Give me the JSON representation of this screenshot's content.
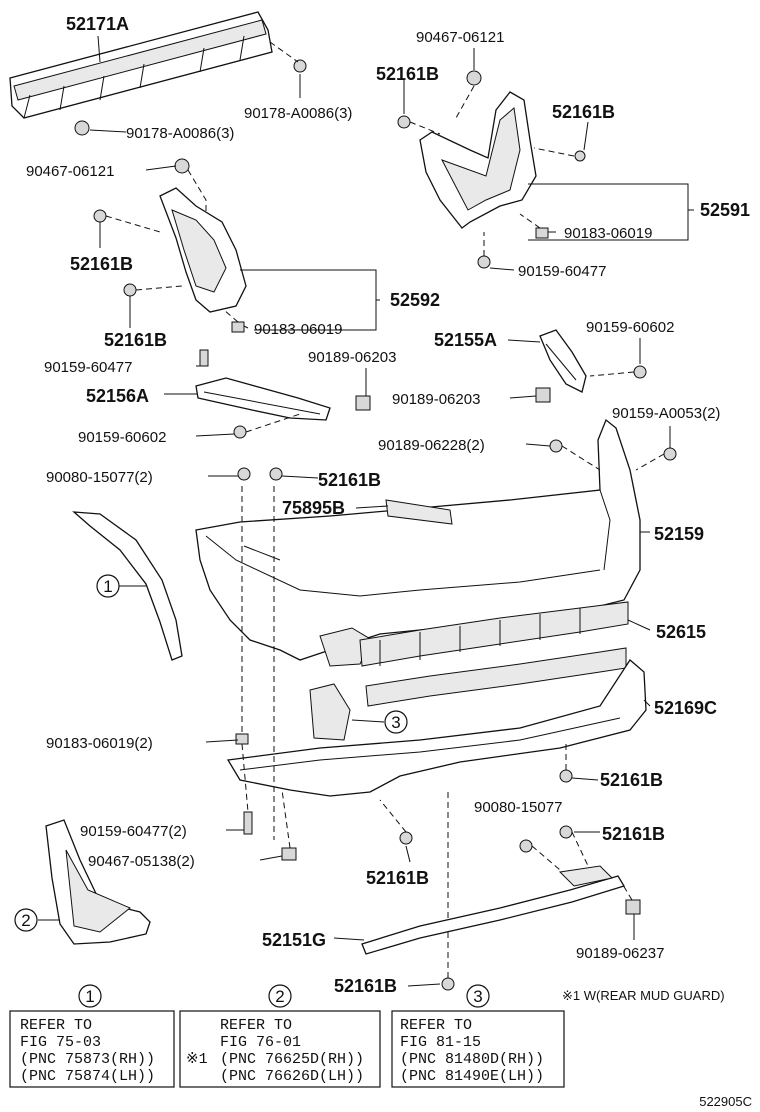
{
  "labels": {
    "p52171A": "52171A",
    "p90467_06121_top": "90467-06121",
    "p52161B_top": "52161B",
    "p52161B_r1": "52161B",
    "p90178_top": "90178-A0086(3)",
    "p90178_left": "90178-A0086(3)",
    "p90467_06121_left": "90467-06121",
    "p52591": "52591",
    "p90183_06019_r": "90183-06019",
    "p52161B_l1": "52161B",
    "p90159_60477_r": "90159-60477",
    "p52592": "52592",
    "p52161B_l2": "52161B",
    "p90183_06019_l": "90183-06019",
    "p52155A": "52155A",
    "p90159_60602_r": "90159-60602",
    "p90159_60477_l": "90159-60477",
    "p90189_06203_c": "90189-06203",
    "p90189_06203_r": "90189-06203",
    "p52156A": "52156A",
    "p90159_A0053": "90159-A0053(2)",
    "p90159_60602_l": "90159-60602",
    "p90189_06228": "90189-06228(2)",
    "p90080_15077_2": "90080-15077(2)",
    "p52161B_mid": "52161B",
    "p75895B": "75895B",
    "p52159": "52159",
    "p52615": "52615",
    "p52169C": "52169C",
    "p90183_06019_2": "90183-06019(2)",
    "p52161B_low_r": "52161B",
    "p90080_15077": "90080-15077",
    "p90159_60477_2": "90159-60477(2)",
    "p52161B_low_r2": "52161B",
    "p90467_05138": "90467-05138(2)",
    "p52161B_low_c": "52161B",
    "p52151G": "52151G",
    "p90189_06237": "90189-06237",
    "p52161B_bottom": "52161B"
  },
  "callouts": {
    "c1": "1",
    "c2": "2",
    "c3": "3"
  },
  "references": [
    {
      "num": "1",
      "note": "",
      "lines": [
        "REFER TO",
        "FIG 75-03",
        "(PNC 75873(RH))",
        "(PNC 75874(LH))"
      ]
    },
    {
      "num": "2",
      "note": "※1",
      "lines": [
        "REFER TO",
        "FIG 76-01",
        "(PNC 76625D(RH))",
        "(PNC 76626D(LH))"
      ]
    },
    {
      "num": "3",
      "note": "",
      "lines": [
        "REFER TO",
        "FIG 81-15",
        "(PNC 81480D(RH))",
        "(PNC 81490E(LH))"
      ]
    }
  ],
  "footnote": "※1 W(REAR MUD GUARD)",
  "drawing_code": "522905C"
}
